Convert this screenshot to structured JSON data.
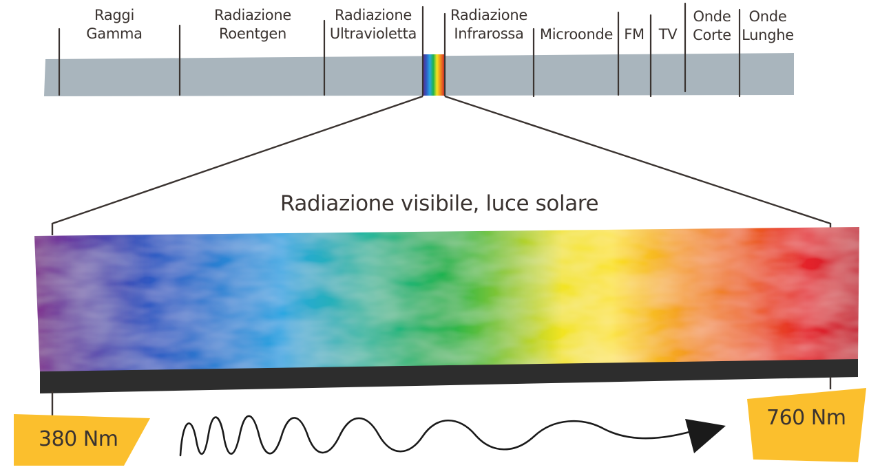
{
  "bands": [
    {
      "lines": [
        "Raggi",
        "Gamma"
      ]
    },
    {
      "lines": [
        "Radiazione",
        "Roentgen"
      ]
    },
    {
      "lines": [
        "Radiazione",
        "Ultravioletta"
      ]
    },
    {
      "lines": [
        "Radiazione",
        "Infrarossa"
      ]
    },
    {
      "lines": [
        "Microonde"
      ]
    },
    {
      "lines": [
        "FM"
      ]
    },
    {
      "lines": [
        "TV"
      ]
    },
    {
      "lines": [
        "Onde",
        "Corte"
      ]
    },
    {
      "lines": [
        "Onde",
        "Lunghe"
      ]
    }
  ],
  "visible_title": "Radiazione visibile, luce solare",
  "range": {
    "start_label": "380 Nm",
    "end_label": "760 Nm"
  },
  "colors": {
    "bar_gray": "#a9b5bd",
    "divider": "#3a3330",
    "tag_yellow": "#fbbf2d",
    "shadow": "#2d2d2d",
    "spectrum": [
      "#8a2c8e",
      "#3b5cc4",
      "#2aa3e0",
      "#1db24e",
      "#f5e21a",
      "#f08f1e",
      "#e4202a",
      "#c4202f"
    ]
  }
}
